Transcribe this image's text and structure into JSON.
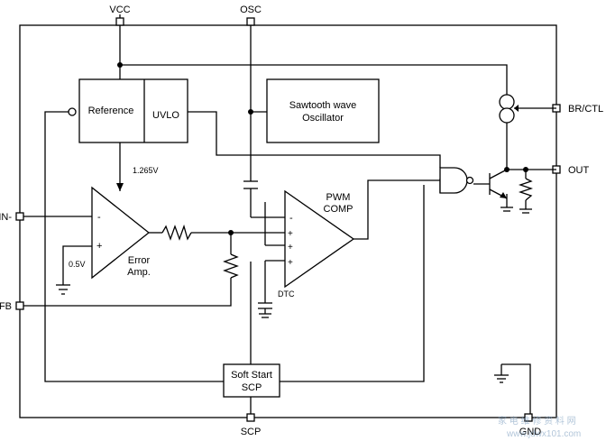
{
  "pins": {
    "vcc": "VCC",
    "osc": "OSC",
    "br_ctl": "BR/CTL",
    "out": "OUT",
    "in_minus": "IN-",
    "fb": "FB",
    "scp": "SCP",
    "gnd": "GND"
  },
  "blocks": {
    "reference": "Reference",
    "uvlo": "UVLO",
    "sawtooth_line1": "Sawtooth wave",
    "sawtooth_line2": "Oscillator",
    "softstart_line1": "Soft Start",
    "softstart_line2": "SCP",
    "pwm_line1": "PWM",
    "pwm_line2": "COMP",
    "error_line1": "Error",
    "error_line2": "Amp."
  },
  "labels": {
    "vref": "1.265V",
    "v05": "0.5V",
    "dtc": "DTC",
    "minus": "-",
    "plus": "+"
  },
  "watermark": {
    "line1": "家 电 维 修 资 料 网",
    "line2": "www.jdwx101.com"
  },
  "colors": {
    "line": "#000000",
    "background": "#ffffff",
    "watermark": "#7fa0c0"
  }
}
